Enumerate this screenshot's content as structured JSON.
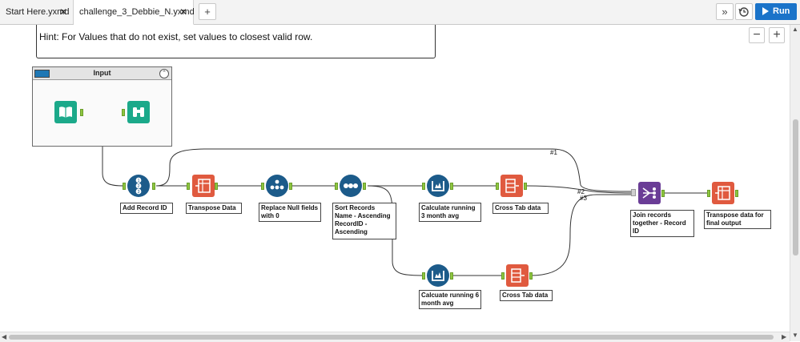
{
  "tabs": [
    {
      "label": "Start Here.yxmd",
      "active": false
    },
    {
      "label": "challenge_3_Debbie_N.yxmd",
      "active": true
    }
  ],
  "toolbar": {
    "add_tab": "+",
    "overflow": "»",
    "history_icon": "history-icon",
    "run_label": "Run"
  },
  "zoom": {
    "out": "−",
    "in": "+"
  },
  "hint_text": "Hint: For Values that do not exist, set values to closest valid row.",
  "container": {
    "title": "Input",
    "collapse_symbol": "⌃"
  },
  "tools": [
    {
      "id": "input",
      "icon": "book-input-icon"
    },
    {
      "id": "browse",
      "icon": "binoculars-browse-icon"
    },
    {
      "id": "record_id",
      "icon": "record-id-icon",
      "label": "Add Record ID"
    },
    {
      "id": "transpose",
      "icon": "transpose-icon",
      "label": "Transpose Data"
    },
    {
      "id": "multi_field",
      "icon": "multi-field-formula-icon",
      "label": "Replace Null fields with 0"
    },
    {
      "id": "sort",
      "icon": "sort-icon",
      "label": "Sort Records\nName - Ascending\nRecordID - Ascending"
    },
    {
      "id": "running3",
      "icon": "running-total-icon",
      "label": "Calculate running 3 month avg"
    },
    {
      "id": "crosstab1",
      "icon": "cross-tab-icon",
      "label": "Cross Tab  data"
    },
    {
      "id": "join",
      "icon": "join-multiple-icon",
      "label": "Join records together - Record ID"
    },
    {
      "id": "transpose_final",
      "icon": "transpose-icon",
      "label": "Transpose data for final output"
    },
    {
      "id": "running6",
      "icon": "running-total-icon",
      "label": "Calcuate running 6 month avg"
    },
    {
      "id": "crosstab2",
      "icon": "cross-tab-icon",
      "label": "Cross Tab data"
    }
  ],
  "wire_labels": {
    "w1": "#1",
    "w2": "#2",
    "w3": "#3"
  },
  "colors": {
    "run": "#1a73c9",
    "anchor": "#8ec63f",
    "prep": "#1c5b8a",
    "transform": "#e05a3f",
    "inout": "#1ba98a",
    "join": "#6a3d96"
  }
}
